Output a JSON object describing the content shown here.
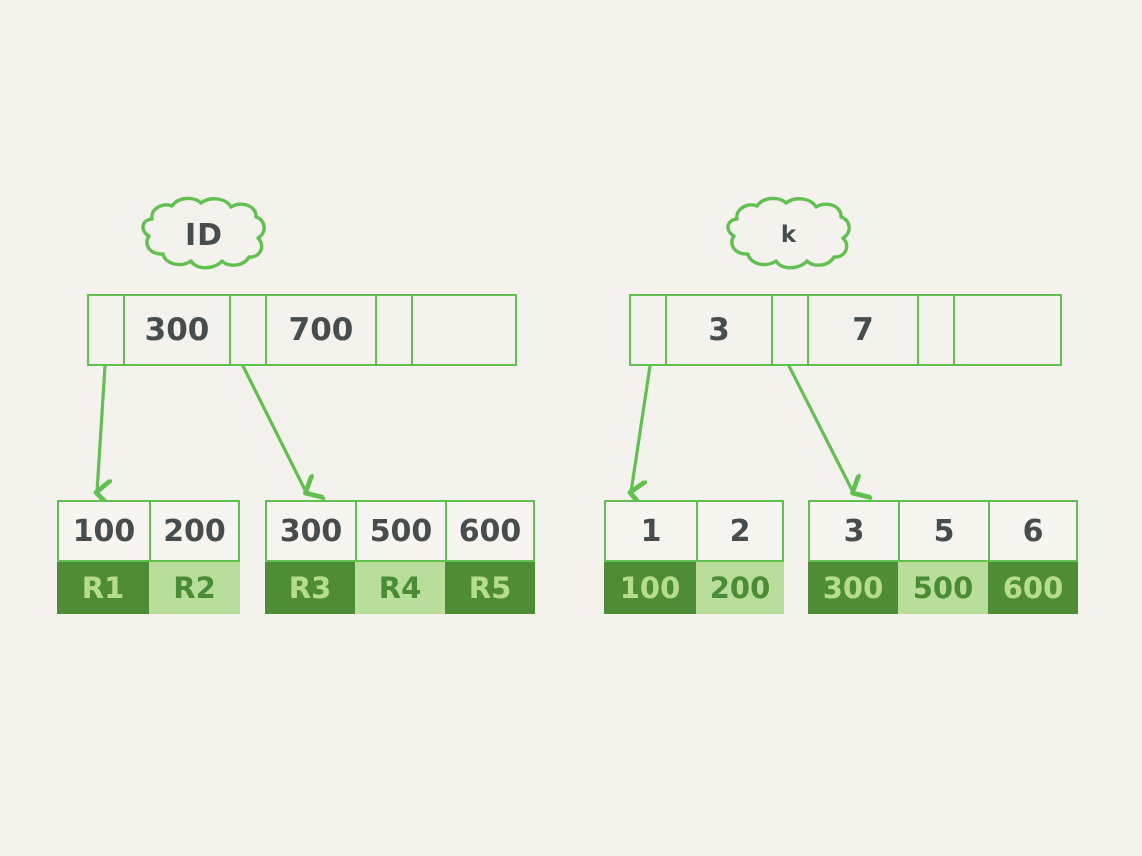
{
  "diagram": {
    "title_not_shown": "",
    "background_color": "#f3f2ec",
    "accent_green": "#62c052",
    "dark_green": "#4e8d35",
    "light_green": "#b9dd9a",
    "ink_color": "#474d4d"
  },
  "trees": [
    {
      "name": "primary-index",
      "cloud_label": "ID",
      "index_node": {
        "cells": [
          "",
          "300",
          "",
          "700",
          "",
          ""
        ]
      },
      "leaves": [
        {
          "keys": [
            "100",
            "200"
          ],
          "rows": [
            {
              "label": "R1",
              "shade": "dark"
            },
            {
              "label": "R2",
              "shade": "light"
            }
          ]
        },
        {
          "keys": [
            "300",
            "500",
            "600"
          ],
          "rows": [
            {
              "label": "R3",
              "shade": "dark"
            },
            {
              "label": "R4",
              "shade": "light"
            },
            {
              "label": "R5",
              "shade": "dark"
            }
          ]
        }
      ]
    },
    {
      "name": "secondary-index",
      "cloud_label": "k",
      "index_node": {
        "cells": [
          "",
          "3",
          "",
          "7",
          "",
          ""
        ]
      },
      "leaves": [
        {
          "keys": [
            "1",
            "2"
          ],
          "rows": [
            {
              "label": "100",
              "shade": "dark"
            },
            {
              "label": "200",
              "shade": "light"
            }
          ]
        },
        {
          "keys": [
            "3",
            "5",
            "6"
          ],
          "rows": [
            {
              "label": "300",
              "shade": "dark"
            },
            {
              "label": "500",
              "shade": "light"
            },
            {
              "label": "600",
              "shade": "dark"
            }
          ]
        }
      ]
    }
  ]
}
